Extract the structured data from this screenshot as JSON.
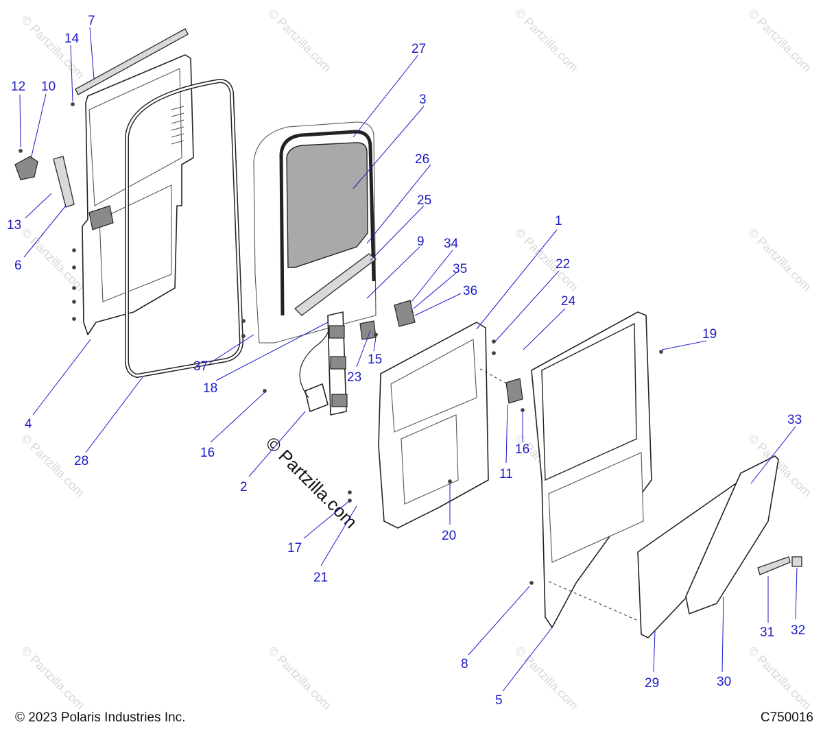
{
  "footer": {
    "copyright": "© 2023 Polaris Industries Inc.",
    "diagram_code": "C750016"
  },
  "watermark": {
    "text": "© Partzilla.com"
  },
  "callouts": {
    "c1": "1",
    "c2": "2",
    "c3": "3",
    "c4": "4",
    "c5": "5",
    "c6": "6",
    "c7": "7",
    "c8": "8",
    "c9": "9",
    "c10": "10",
    "c11": "11",
    "c12": "12",
    "c13": "13",
    "c14": "14",
    "c15": "15",
    "c16a": "16",
    "c16b": "16",
    "c17": "17",
    "c18": "18",
    "c19": "19",
    "c20": "20",
    "c21": "21",
    "c22": "22",
    "c23": "23",
    "c24": "24",
    "c25": "25",
    "c26": "26",
    "c27": "27",
    "c28": "28",
    "c29": "29",
    "c30": "30",
    "c31": "31",
    "c32": "32",
    "c33": "33",
    "c34": "34",
    "c35": "35",
    "c36": "36",
    "c37": "37"
  },
  "colors": {
    "callout": "#1a1ac8",
    "line": "#222222",
    "watermark": "#d8d8d8"
  }
}
